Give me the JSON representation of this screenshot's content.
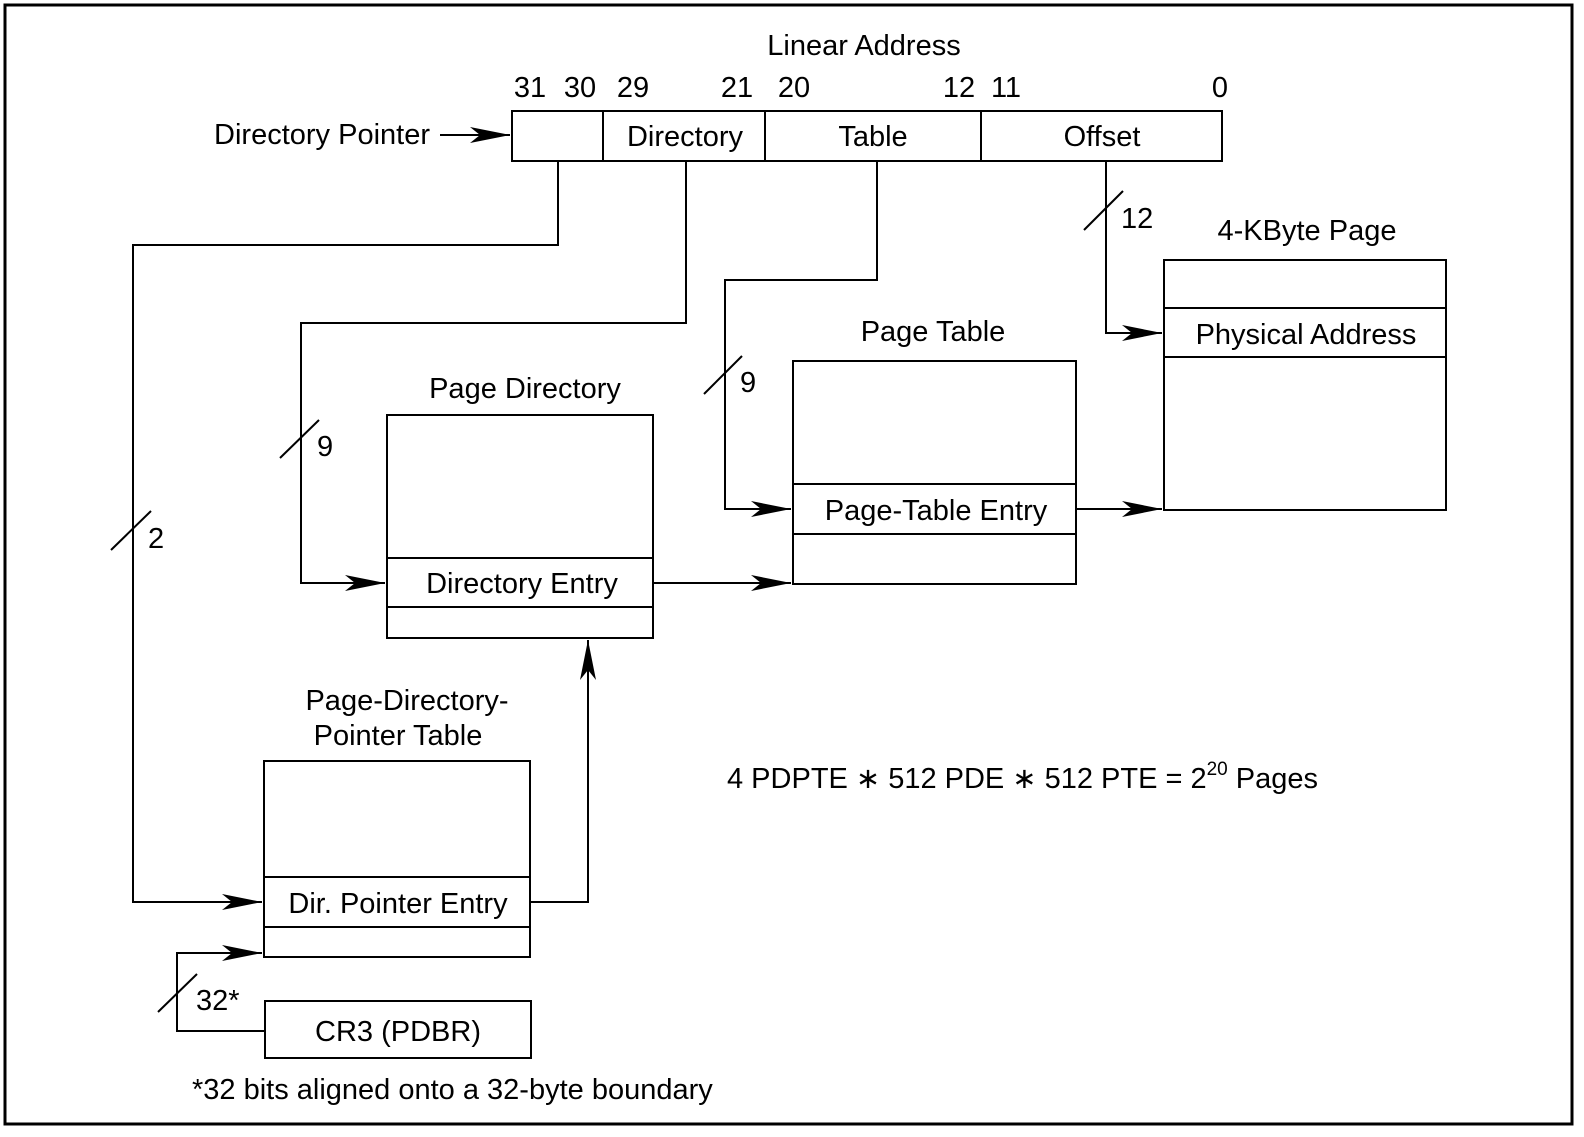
{
  "linear_address": {
    "title": "Linear Address",
    "bits": [
      "31",
      "30",
      "29",
      "21",
      "20",
      "12",
      "11",
      "0"
    ],
    "fields": {
      "directory": "Directory",
      "table": "Table",
      "offset": "Offset"
    },
    "directory_pointer_label": "Directory Pointer"
  },
  "bus_widths": {
    "dir_pointer": "2",
    "directory": "9",
    "table": "9",
    "offset": "12",
    "cr3": "32*"
  },
  "page_directory_pointer_table": {
    "title_line1": "Page-Directory-",
    "title_line2": "Pointer Table",
    "entry": "Dir. Pointer Entry"
  },
  "page_directory": {
    "title": "Page Directory",
    "entry": "Directory Entry"
  },
  "page_table": {
    "title": "Page Table",
    "entry": "Page-Table Entry"
  },
  "page": {
    "title": "4-KByte Page",
    "entry": "Physical Address"
  },
  "cr3": {
    "label": "CR3 (PDBR)"
  },
  "formula": {
    "pdpte": "4 PDPTE",
    "op1": "∗",
    "pde": "512 PDE",
    "op2": "∗",
    "pte": "512 PTE = 2",
    "exponent": "20",
    "suffix": " Pages"
  },
  "footnote": "*32 bits aligned onto a 32-byte boundary"
}
